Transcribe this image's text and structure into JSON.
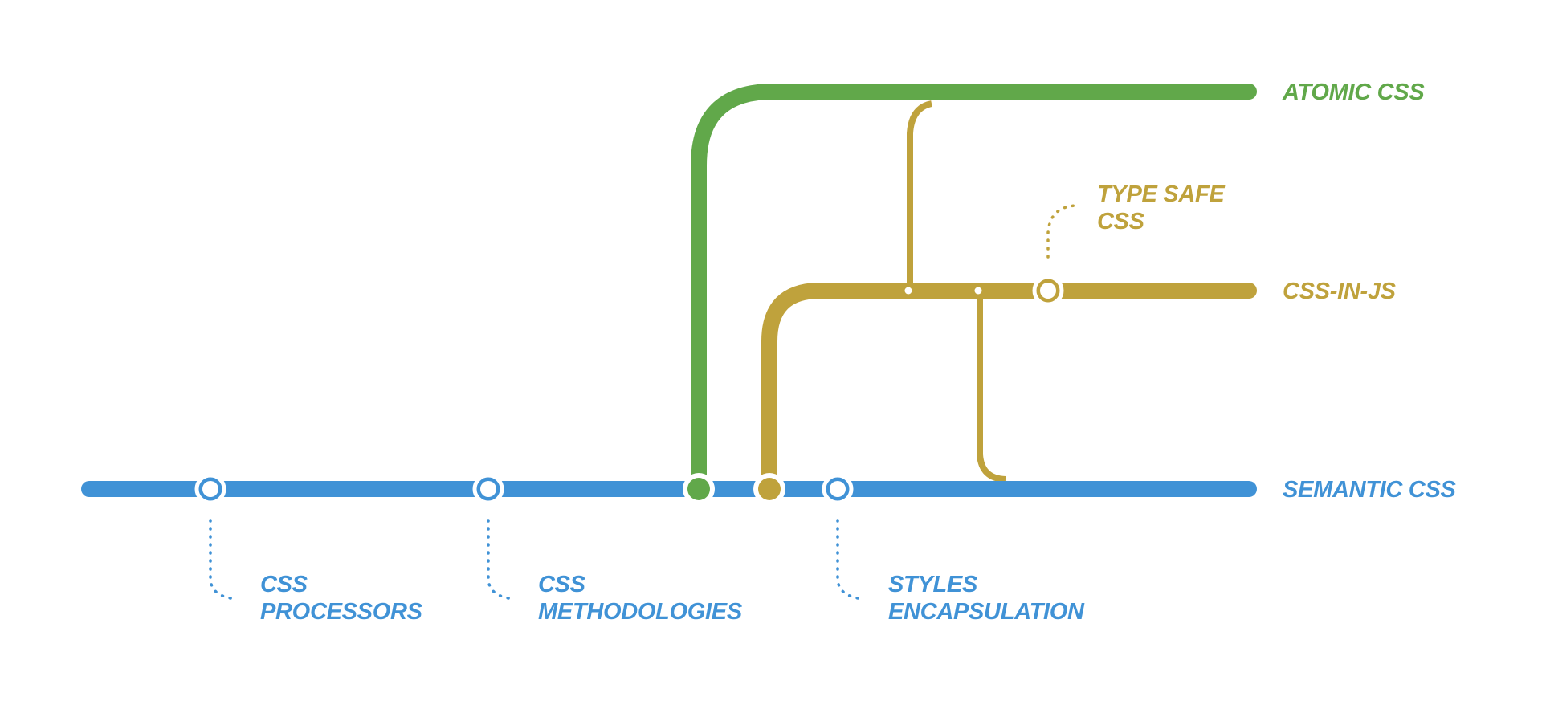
{
  "colors": {
    "blue": "#4092D6",
    "green": "#61A84A",
    "gold": "#BFA23C",
    "background": "#FFFFFF"
  },
  "lines": {
    "atomic": {
      "label": "ATOMIC CSS"
    },
    "css_in_js": {
      "label": "CSS-IN-JS"
    },
    "semantic": {
      "label": "SEMANTIC CSS"
    }
  },
  "stations": {
    "css_processors": {
      "line1": "CSS",
      "line2": "PROCESSORS"
    },
    "css_methodologies": {
      "line1": "CSS",
      "line2": "METHODOLOGIES"
    },
    "styles_encapsulation": {
      "line1": "STYLES",
      "line2": "ENCAPSULATION"
    },
    "type_safe_css": {
      "line1": "TYPE SAFE",
      "line2": "CSS"
    }
  }
}
